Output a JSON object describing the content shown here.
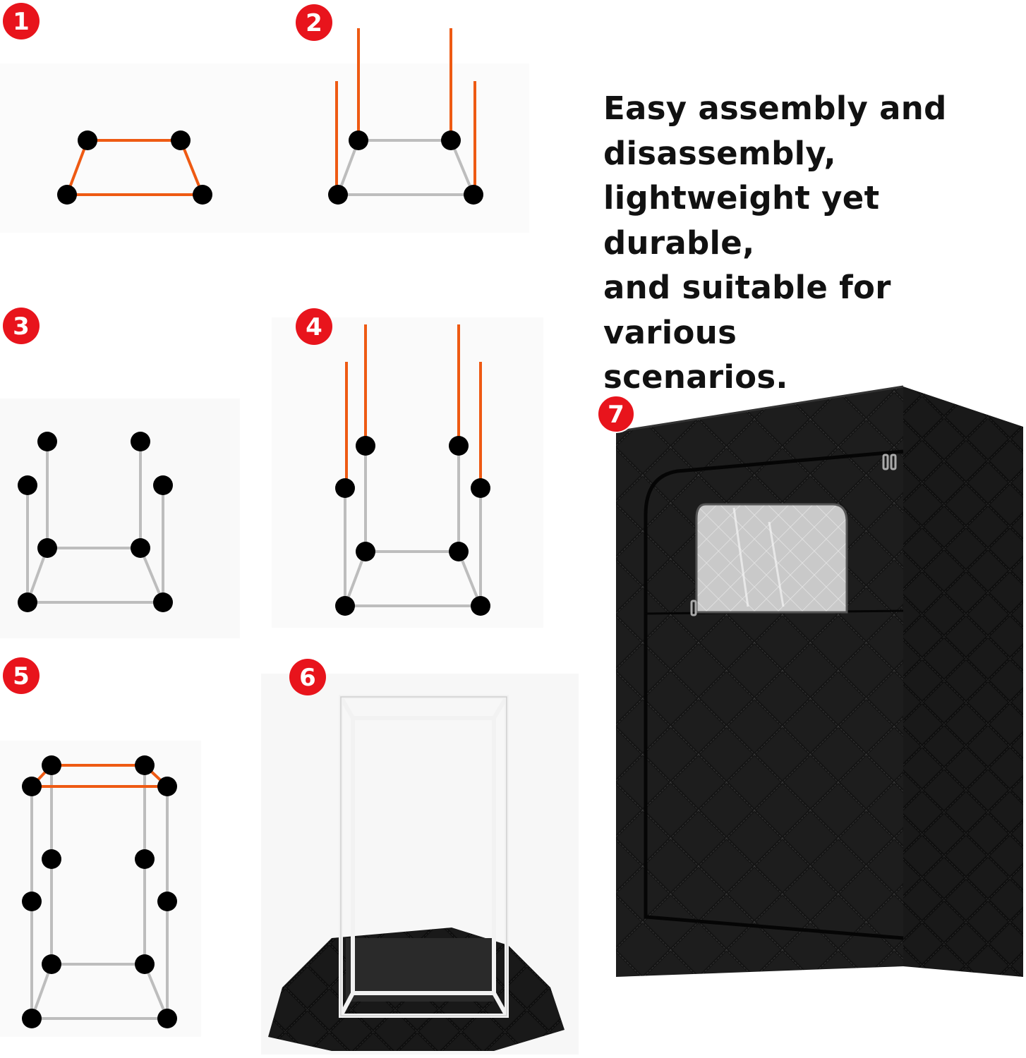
{
  "caption": {
    "lines": [
      "Easy assembly and",
      "disassembly,",
      "lightweight yet durable,",
      "and suitable for various",
      "scenarios."
    ]
  },
  "steps": [
    {
      "number": "1"
    },
    {
      "number": "2"
    },
    {
      "number": "3"
    },
    {
      "number": "4"
    },
    {
      "number": "5"
    },
    {
      "number": "6"
    },
    {
      "number": "7"
    }
  ],
  "colors": {
    "badge": "#e8141c",
    "new_pole": "#ee5a13",
    "existing_pole": "#bdbdbd",
    "joint": "#000000",
    "sauna_fabric": "#121212"
  }
}
